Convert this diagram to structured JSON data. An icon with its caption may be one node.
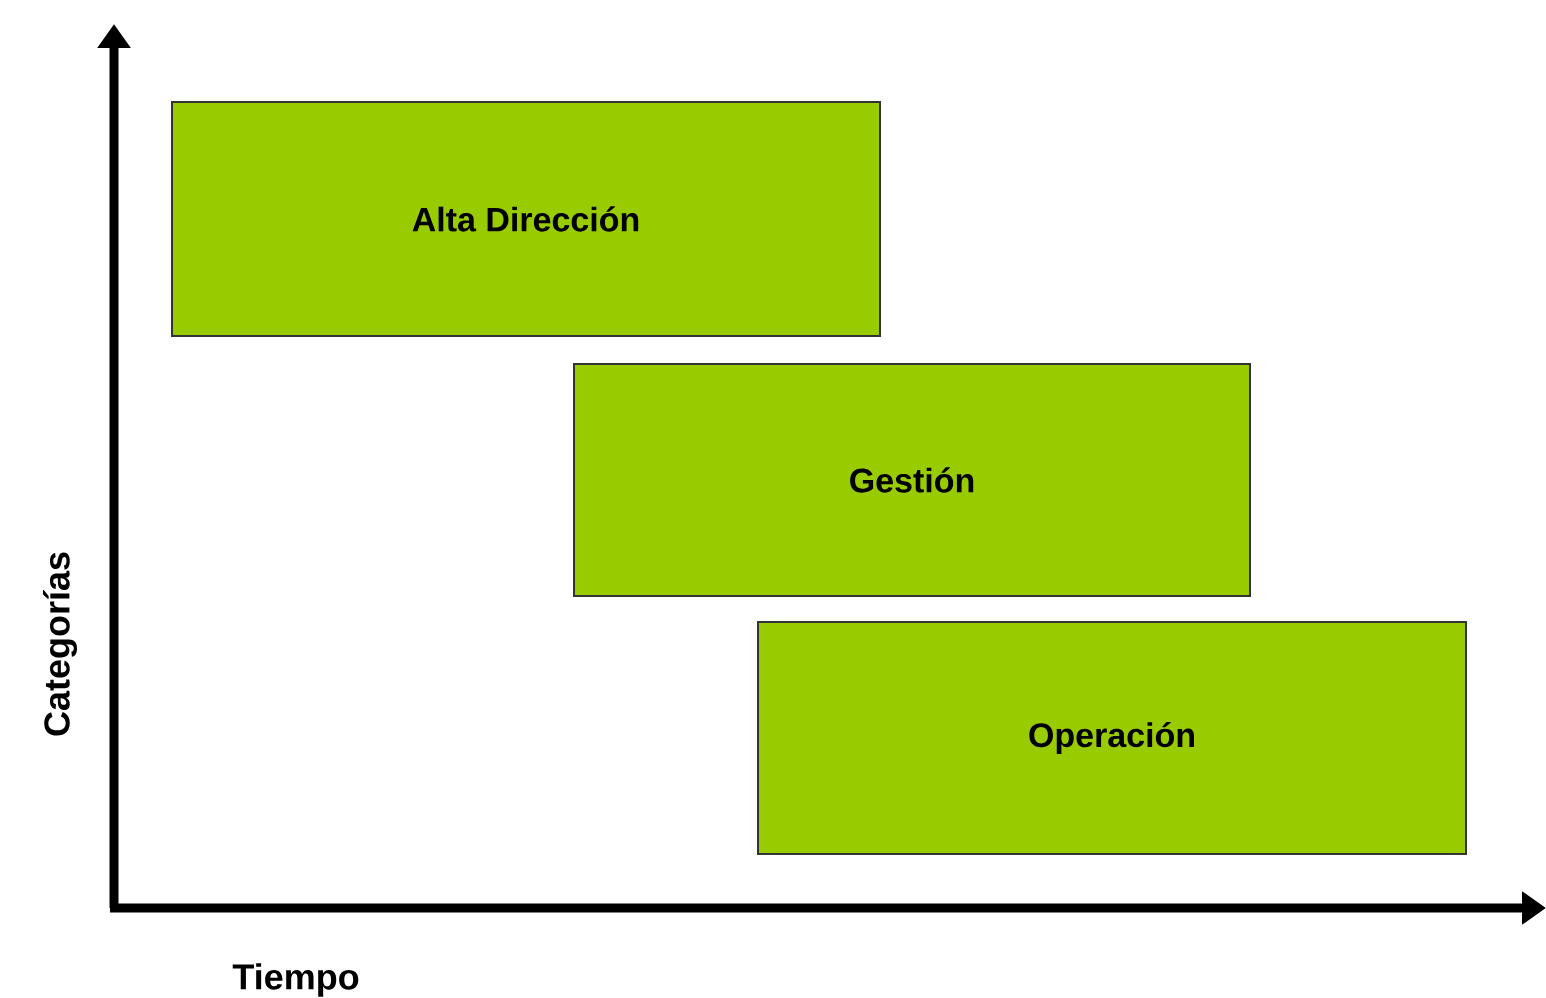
{
  "diagram": {
    "nodes": [
      {
        "text": [
          "Alta Dirección"
        ]
      },
      {
        "text": [
          "Gestión"
        ]
      },
      {
        "text": [
          "Operación"
        ]
      }
    ],
    "labels": [
      "Categorías",
      "Tiempo"
    ]
  }
}
